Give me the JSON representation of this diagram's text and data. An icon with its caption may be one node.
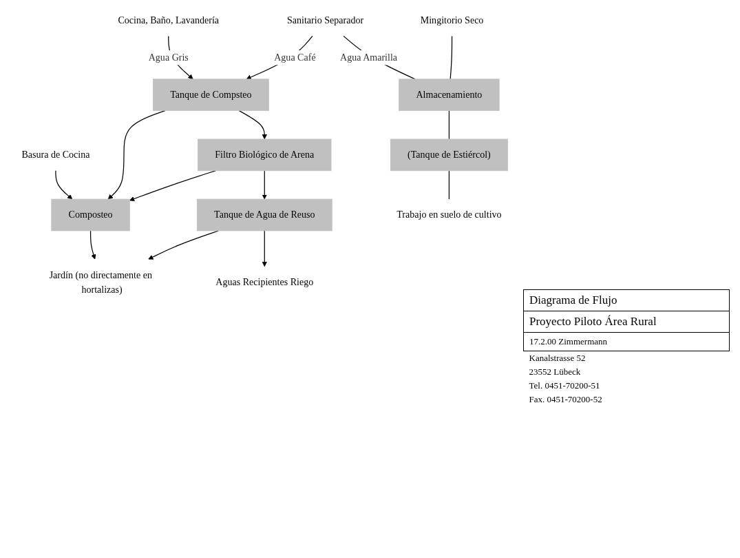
{
  "diagram": {
    "nodes": [
      {
        "text": [
          "Cocina, Baño, Lavandería"
        ]
      },
      {
        "text": [
          "Sanitario Separador"
        ]
      },
      {
        "text": [
          "Mingitorio Seco"
        ]
      },
      {
        "text": [
          "Tanque de Compsteo"
        ]
      },
      {
        "text": [
          "Almacenamiento"
        ]
      },
      {
        "text": [
          "Basura de Cocina"
        ]
      },
      {
        "text": [
          "Filtro Biológico de Arena"
        ]
      },
      {
        "text": [
          "Composteo"
        ]
      },
      {
        "text": [
          "(Tanque de Estiércol)"
        ]
      },
      {
        "text": [
          "Tanque de Agua de Reuso"
        ]
      },
      {
        "text": [
          "Jardín (no directamente en hortalizas)"
        ]
      },
      {
        "text": [
          "Trabajo en suelo de cultivo"
        ]
      },
      {
        "text": [
          "Aguas Recipientes Riego"
        ]
      }
    ],
    "edges": [
      {
        "from": 0,
        "to": 3,
        "arrow": "to",
        "label": "Agua Gris"
      },
      {
        "from": 1,
        "to": 3,
        "arrow": "to",
        "label": "Agua Café"
      },
      {
        "from": 1,
        "to": 4,
        "arrow": "none",
        "label": "Agua Amarilla"
      },
      {
        "from": 2,
        "to": 4,
        "arrow": "none"
      },
      {
        "from": 3,
        "to": 6,
        "arrow": "to"
      },
      {
        "from": 5,
        "to": 7,
        "arrow": "to"
      },
      {
        "from": 3,
        "to": 7,
        "arrow": "to"
      },
      {
        "from": 6,
        "to": 7,
        "arrow": "to"
      },
      {
        "from": 6,
        "to": 9,
        "arrow": "to"
      },
      {
        "from": 7,
        "to": 10,
        "arrow": "to"
      },
      {
        "from": 4,
        "to": 8,
        "arrow": "none"
      },
      {
        "from": 8,
        "to": 11,
        "arrow": "none"
      },
      {
        "from": 9,
        "to": 10,
        "arrow": "to"
      },
      {
        "from": 9,
        "to": 12,
        "arrow": "to"
      }
    ],
    "labels": [
      "Diagrama de Flujo",
      "Proyecto Piloto Área Rural",
      "17.2.00 Zimmermann",
      "Kanalstrasse 52",
      "23552 Lübeck",
      "Tel. 0451-70200-51",
      "Fax. 0451-70200-52"
    ]
  }
}
